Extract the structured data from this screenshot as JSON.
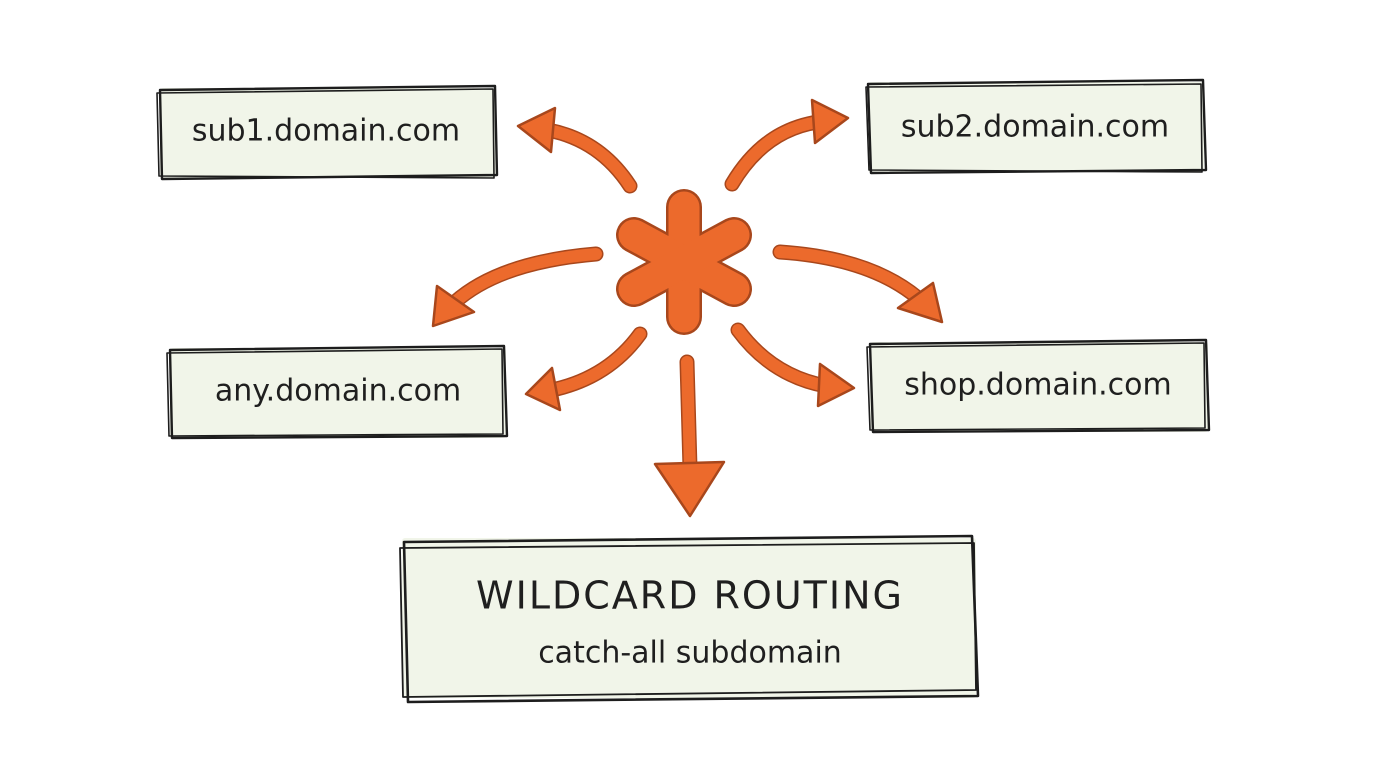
{
  "nodes": {
    "sub1": "sub1.domain.com",
    "sub2": "sub2.domain.com",
    "any": "any.domain.com",
    "shop": "shop.domain.com"
  },
  "center": {
    "icon": "asterisk-icon",
    "color": "#ec6a2c"
  },
  "result": {
    "title": "WILDCARD ROUTING",
    "subtitle": "catch-all subdomain"
  },
  "colors": {
    "accent": "#ec6a2c",
    "box_fill": "#f1f5e9",
    "ink": "#1d1d1d"
  }
}
